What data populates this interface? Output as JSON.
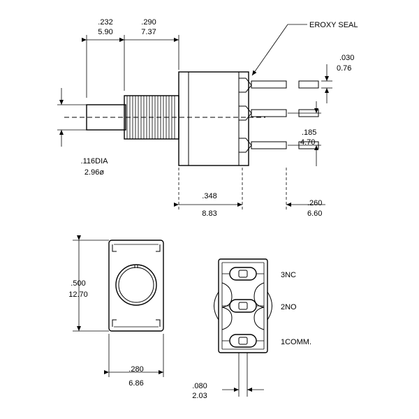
{
  "side_view": {
    "dim_bushing_in": ".232",
    "dim_bushing_mm": "5.90",
    "dim_body_in": ".290",
    "dim_body_mm": "7.37",
    "epoxy_label": "EROXY SEAL",
    "dim_pin_thk_in": ".030",
    "dim_pin_thk_mm": "0.76",
    "dim_pitch_in": ".185",
    "dim_pitch_mm": "4.70",
    "dim_shaft_in": ".116DIA",
    "dim_shaft_mm": "2.96ø",
    "dim_case_in": ".348",
    "dim_case_mm": "8.83",
    "dim_pin_len_in": ".260",
    "dim_pin_len_mm": "6.60"
  },
  "front_view": {
    "dim_height_in": ".500",
    "dim_height_mm": "12.70",
    "dim_width_in": ".280",
    "dim_width_mm": "6.86"
  },
  "bottom_view": {
    "pin_3": "3NC",
    "pin_2": "2NO",
    "pin_1": "1COMM.",
    "dim_pin_w_in": ".080",
    "dim_pin_w_mm": "2.03"
  }
}
